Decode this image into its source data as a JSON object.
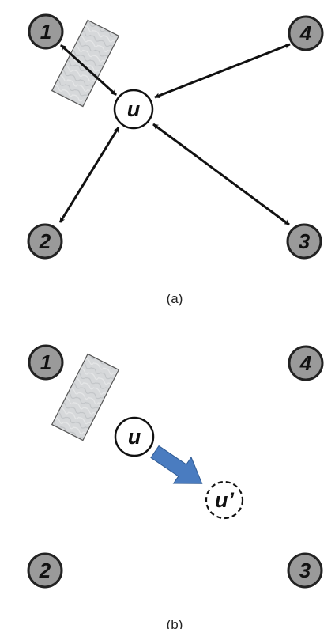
{
  "colors": {
    "node_fill": "#9a9a9a",
    "node_stroke": "#222222",
    "u_fill": "#ffffff",
    "arrow": "#111111",
    "motion_arrow": "#4a7cc0",
    "obstacle_fill": "#d6d8da",
    "obstacle_stroke": "#555555"
  },
  "panel_a": {
    "caption": "(a)",
    "nodes": [
      {
        "label": "1"
      },
      {
        "label": "4"
      },
      {
        "label": "2"
      },
      {
        "label": "3"
      }
    ],
    "user": {
      "label": "u"
    }
  },
  "panel_b": {
    "caption": "(b)",
    "nodes": [
      {
        "label": "1"
      },
      {
        "label": "4"
      },
      {
        "label": "2"
      },
      {
        "label": "3"
      }
    ],
    "user": {
      "label": "u"
    },
    "user_moved": {
      "label": "u’"
    }
  }
}
